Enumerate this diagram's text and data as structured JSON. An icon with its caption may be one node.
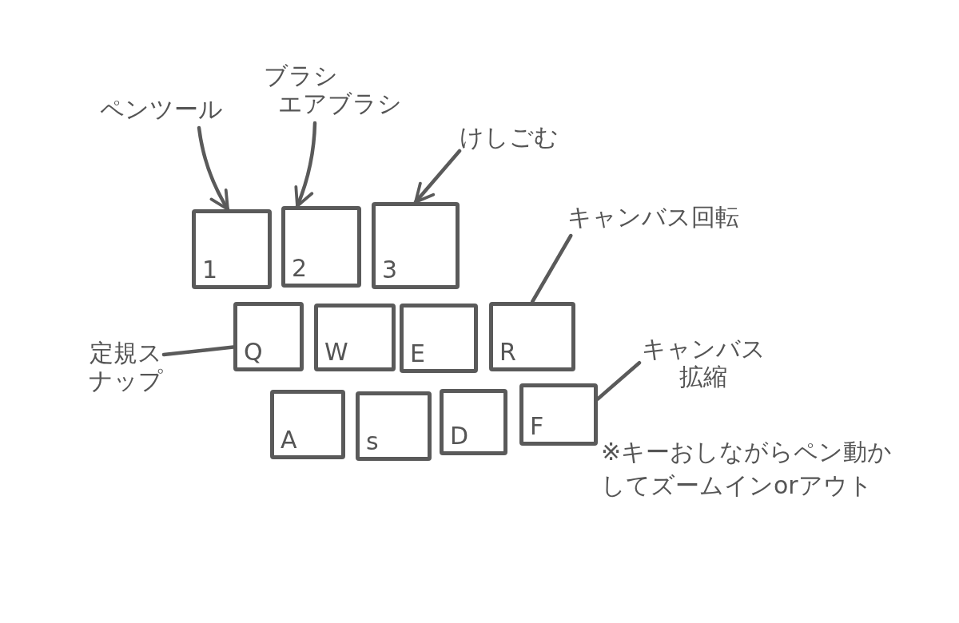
{
  "diagram": {
    "nodes": [
      {
        "text": [
          "ペンツール"
        ]
      },
      {
        "text": [
          "ブラシ",
          "エアブラシ"
        ]
      },
      {
        "text": [
          "けしごむ"
        ]
      },
      {
        "text": [
          "キャンバス回転"
        ]
      },
      {
        "text": [
          "定規スナップ"
        ]
      },
      {
        "text": [
          "キャンバス拡縮"
        ]
      },
      {
        "text": [
          "1"
        ]
      },
      {
        "text": [
          "2"
        ]
      },
      {
        "text": [
          "3"
        ]
      },
      {
        "text": [
          "Q"
        ]
      },
      {
        "text": [
          "W"
        ]
      },
      {
        "text": [
          "E"
        ]
      },
      {
        "text": [
          "R"
        ]
      },
      {
        "text": [
          "A"
        ]
      },
      {
        "text": [
          "s"
        ]
      },
      {
        "text": [
          "D"
        ]
      },
      {
        "text": [
          "F"
        ]
      }
    ],
    "edges": [
      {
        "from": 0,
        "to": 6,
        "arrow": "to"
      },
      {
        "from": 1,
        "to": 7,
        "arrow": "to"
      },
      {
        "from": 2,
        "to": 8,
        "arrow": "to"
      },
      {
        "from": 3,
        "to": 12,
        "arrow": "none"
      },
      {
        "from": 4,
        "to": 9,
        "arrow": "none"
      },
      {
        "from": 5,
        "to": 16,
        "arrow": "none"
      }
    ],
    "labels": [
      "※キーおしながらペン動かしてズームインorアウト"
    ]
  }
}
